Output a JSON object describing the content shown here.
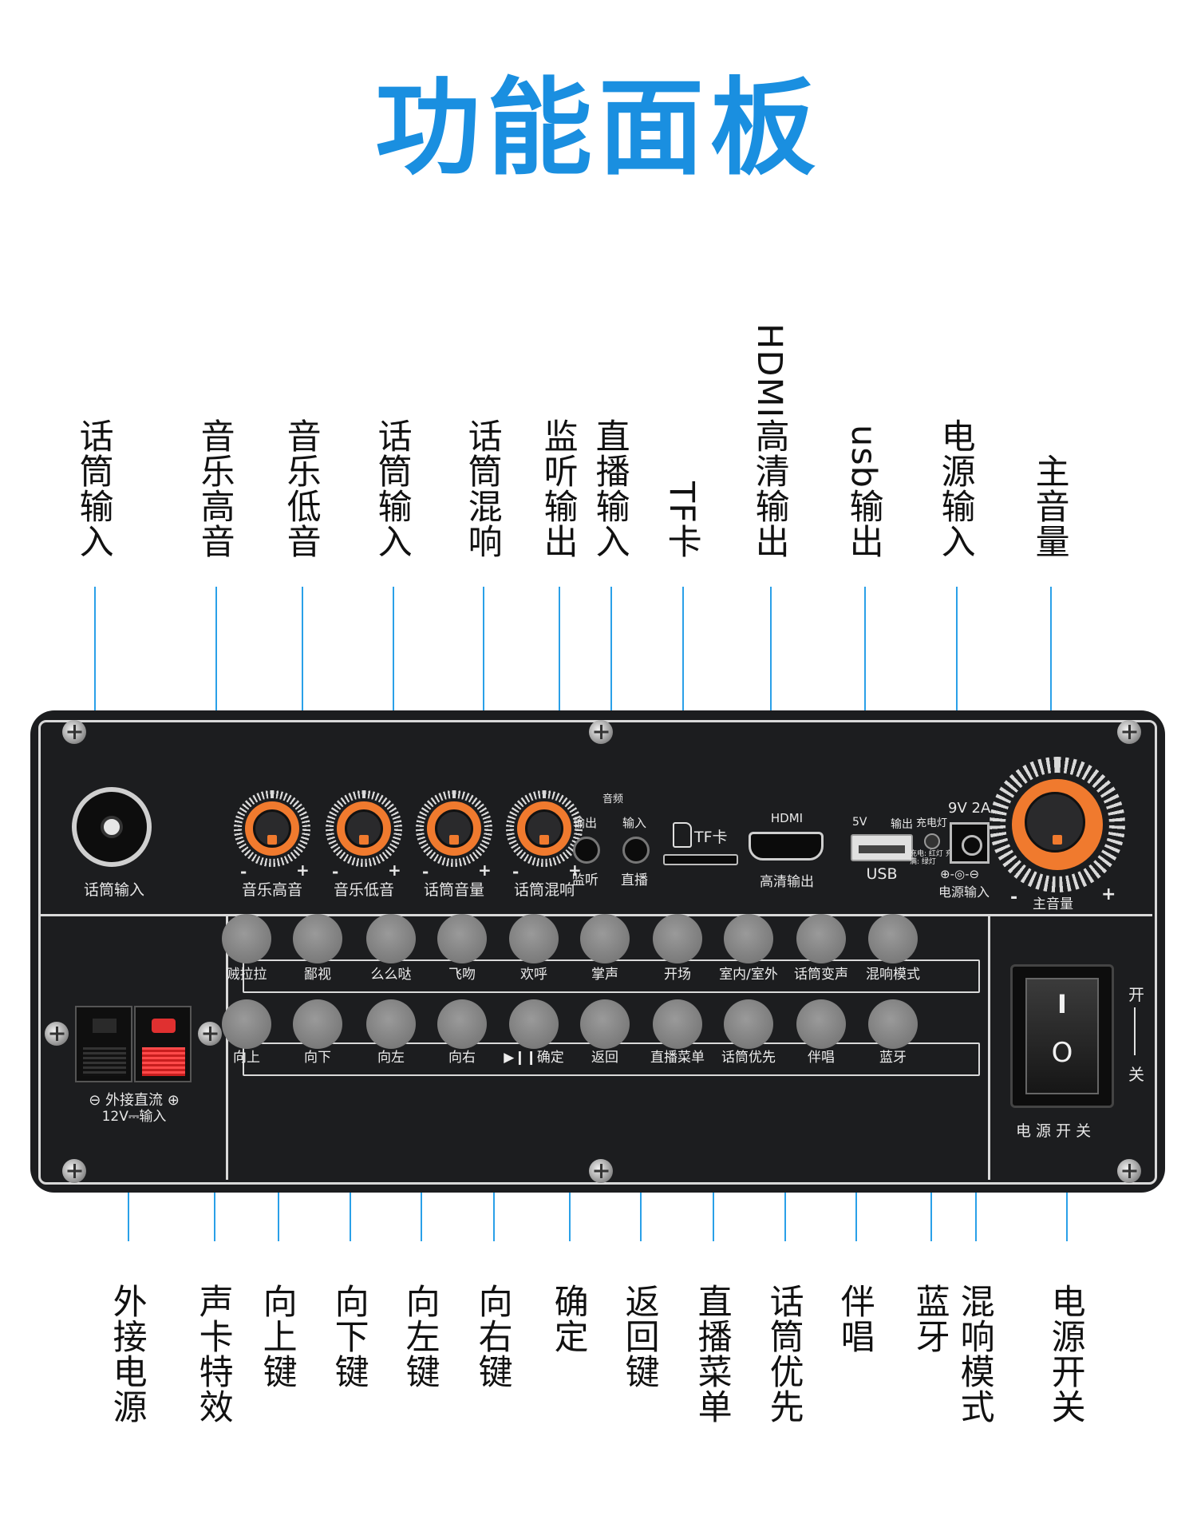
{
  "title": "功能面板",
  "colors": {
    "title": "#1a8fe0",
    "leader": "#2aa0e8",
    "panel": "#1c1d1f",
    "knob_accent": "#f07a2e"
  },
  "top_labels": [
    "话筒输入",
    "音乐高音",
    "音乐低音",
    "话筒输入",
    "话筒混响",
    "监听输出",
    "直播输入",
    "TF卡",
    "HDMI高清输出",
    "usb输出",
    "电源输入",
    "主音量"
  ],
  "bottom_labels": [
    "外接电源",
    "声卡特效",
    "向上键",
    "向下键",
    "向左键",
    "向右键",
    "确定",
    "返回键",
    "直播菜单",
    "话筒优先",
    "伴唱",
    "蓝牙",
    "混响模式",
    "电源开关"
  ],
  "panel": {
    "mic_input": "话筒输入",
    "knobs": [
      "音乐高音",
      "音乐低音",
      "话筒音量",
      "话筒混响"
    ],
    "minus": "-",
    "plus": "+",
    "audio_header": "音频",
    "monitor_top": "输出",
    "monitor_bottom": "监听",
    "live_top": "输入",
    "live_bottom": "直播",
    "tf_label": "TF卡",
    "hdmi_top": "HDMI",
    "hdmi_bottom": "高清输出",
    "usb_5v": "5V",
    "usb_out": "输出",
    "usb_label": "USB",
    "charge_light": "充电灯",
    "charge_note": "充电: 红灯 充满: 绿灯",
    "power_rating": "9V 2A",
    "power_symbol": "⊕-◎-⊖",
    "power_in": "电源输入",
    "master_volume": "主音量",
    "ext_power_line1": "⊖ 外接直流 ⊕",
    "ext_power_line2": "12V⎓输入",
    "row1_buttons": [
      "贼拉拉",
      "鄙视",
      "么么哒",
      "飞吻",
      "欢呼",
      "掌声",
      "开场",
      "室内/室外",
      "话筒变声",
      "混响模式"
    ],
    "row2_buttons": [
      "向上",
      "向下",
      "向左",
      "向右",
      "▶❙❙确定",
      "返回",
      "直播菜单",
      "话筒优先",
      "伴唱",
      "蓝牙"
    ],
    "switch_on": "开",
    "switch_off": "关",
    "switch_mark_on": "I",
    "switch_mark_off": "O",
    "power_switch": "电 源 开 关"
  }
}
